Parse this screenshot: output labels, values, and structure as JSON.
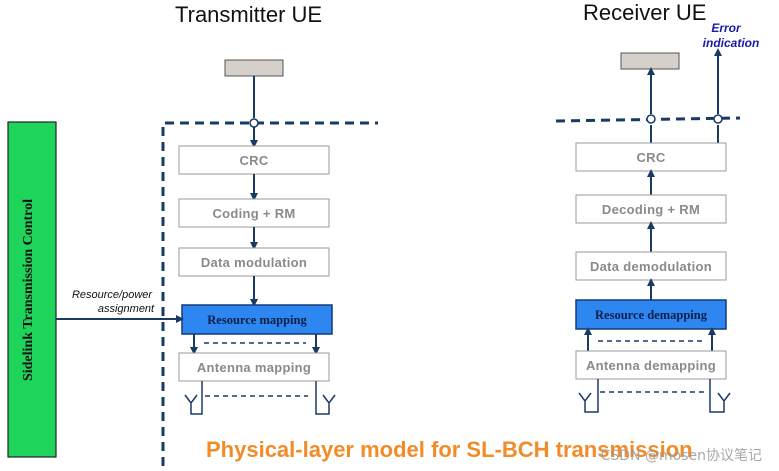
{
  "titles": {
    "transmitter": "Transmitter UE",
    "receiver": "Receiver UE"
  },
  "side_panel": {
    "label": "Sidelink Transmission Control",
    "color": "#1fd45a"
  },
  "tx_blocks": {
    "crc": "CRC",
    "coding": "Coding  +  RM",
    "modulation": "Data modulation",
    "resource_mapping": "Resource mapping",
    "antenna_mapping": "Antenna  mapping"
  },
  "rx_blocks": {
    "crc": "CRC",
    "decoding": "Decoding  +  RM",
    "demodulation": "Data  demodulation",
    "resource_demapping": "Resource demapping",
    "antenna_demapping": "Antenna  demapping"
  },
  "annotations": {
    "resource_power_line1": "Resource/power",
    "resource_power_line2": "assignment",
    "error_line1": "Error",
    "error_line2": "indication"
  },
  "caption": {
    "text": "Physical-layer model for SL-BCH transmission",
    "color": "#f28c28"
  },
  "watermark": "CSDN @mosen协议笔记",
  "colors": {
    "accent_blue": "#2e86f0",
    "line": "#1a3a66",
    "error_text": "#1a1aa8"
  }
}
